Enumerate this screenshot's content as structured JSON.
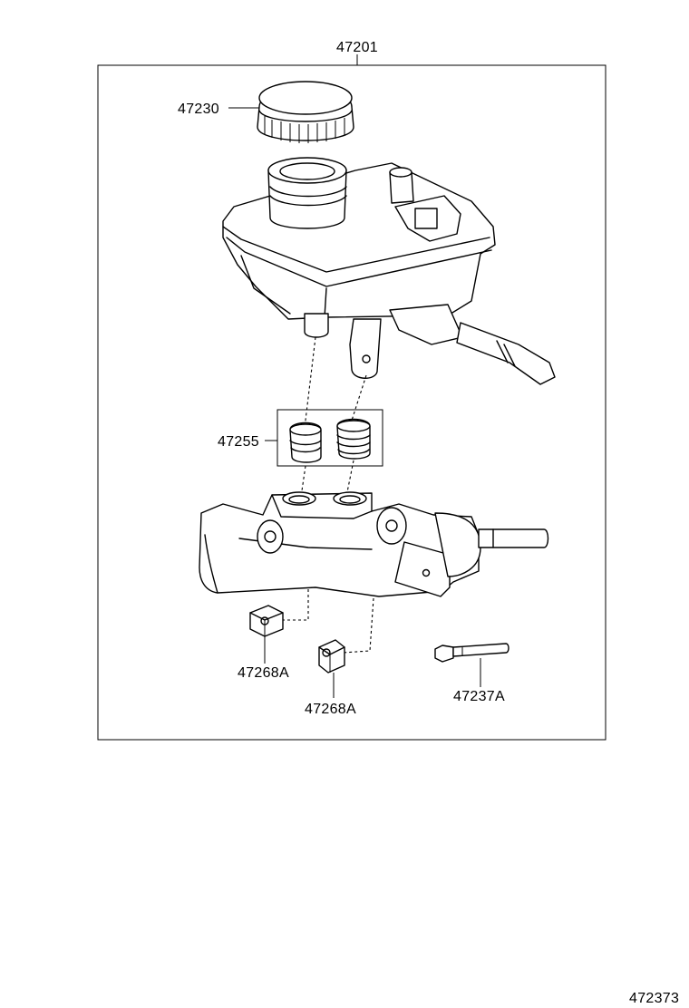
{
  "assembly_label": "47201",
  "parts": {
    "reservoir_cap": "47230",
    "grommet_set": "47255",
    "nut_left": "47268A",
    "nut_right": "47268A",
    "stud_bolt": "47237A"
  },
  "diagram_id": "472373"
}
